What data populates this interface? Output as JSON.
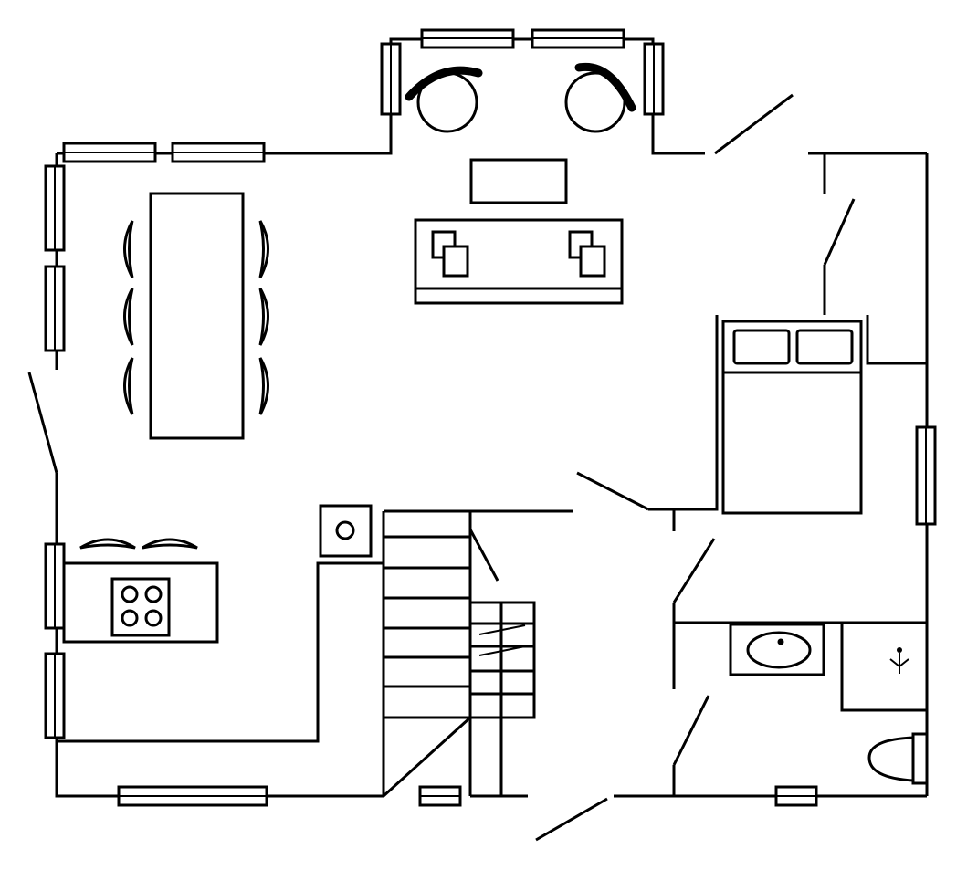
{
  "colors": {
    "line": "#000000",
    "background": "#ffffff"
  },
  "plan": {
    "rooms": [
      "living-room",
      "dining-area",
      "kitchen",
      "staircase",
      "bedroom",
      "bathroom",
      "hallway"
    ],
    "icons": [
      "window-icon",
      "door-swing-icon",
      "armchair-icon",
      "sofa-icon",
      "coffee-table-icon",
      "dining-table-icon",
      "chair-icon",
      "cooktop-icon",
      "sink-icon",
      "bathtub-icon",
      "toilet-icon",
      "shower-icon",
      "double-bed-icon",
      "pillow-icon",
      "stair-icon"
    ]
  }
}
